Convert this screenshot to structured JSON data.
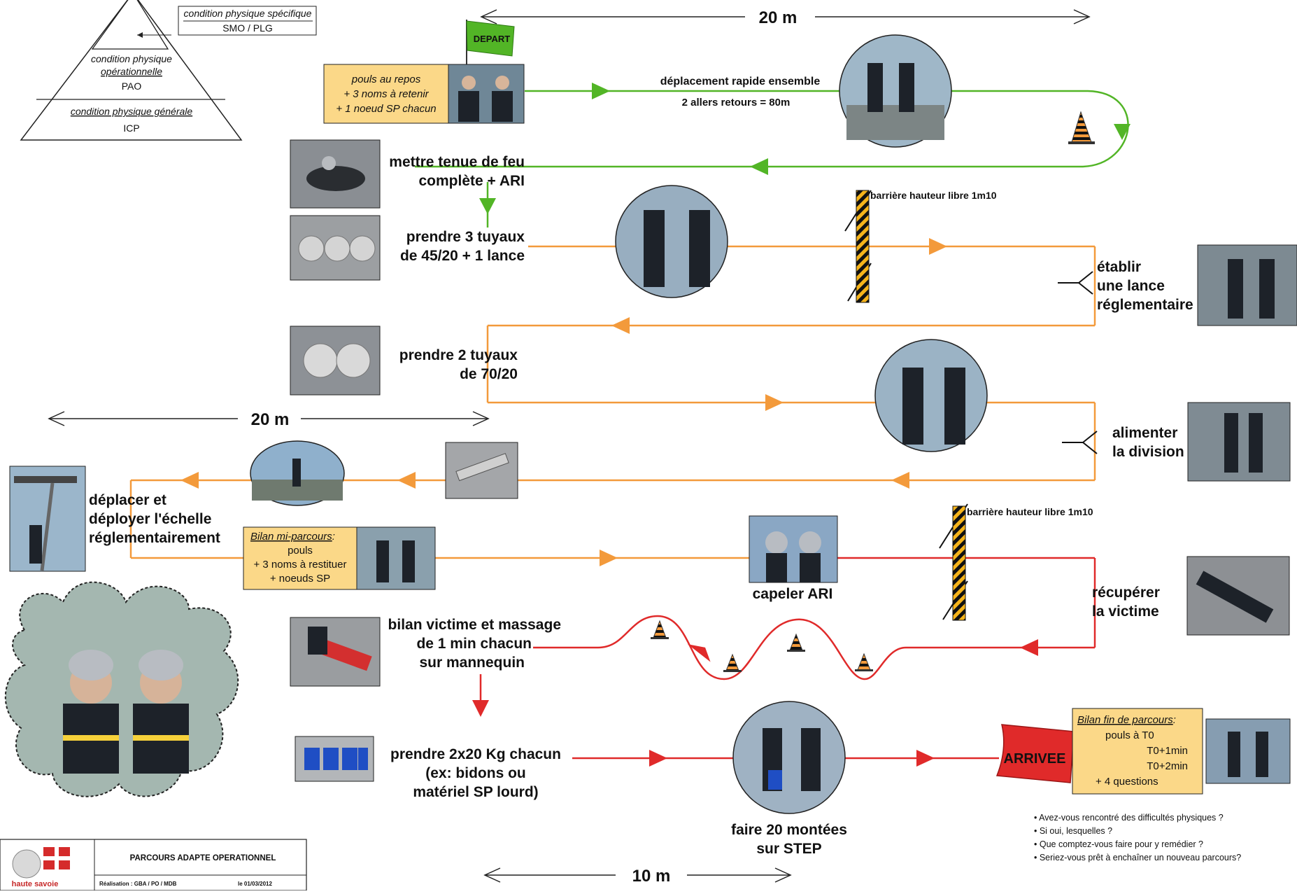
{
  "colors": {
    "green": "#52b526",
    "orange": "#f39a3b",
    "red": "#e02a2a",
    "note_bg": "#fbd888",
    "hazard": "#f6b41b"
  },
  "pyramid": {
    "top_title": "condition physique spécifique",
    "top_sub": "SMO / PLG",
    "mid_title_1": "condition physique",
    "mid_title_2": "opérationnelle",
    "mid_sub": "PAO",
    "bottom_title": "condition physique générale",
    "bottom_sub": "ICP"
  },
  "distances": {
    "top": "20 m",
    "middle": "20 m",
    "bottom": "10 m"
  },
  "start": {
    "flag": "DEPART",
    "note_lines": [
      "pouls au repos",
      "+ 3 noms à retenir",
      "+ 1 noeud SP chacun"
    ],
    "run_title": "déplacement rapide ensemble",
    "run_sub": "2 allers retours = 80m"
  },
  "steps": {
    "tenue": [
      "mettre tenue de feu",
      "complète + ARI"
    ],
    "tuyaux3": [
      "prendre 3 tuyaux",
      "de 45/20 + 1 lance"
    ],
    "barrier1": "barrière hauteur libre 1m10",
    "etablir": [
      "établir",
      "une lance",
      "réglementaire"
    ],
    "tuyaux2": [
      "prendre 2 tuyaux",
      "de 70/20"
    ],
    "alimenter": [
      "alimenter",
      "la division"
    ],
    "echelle": [
      "déplacer et",
      "déployer l'échelle",
      "réglementairement"
    ],
    "barrier2": "barrière hauteur libre 1m10",
    "capeler": "capeler ARI",
    "victime": [
      "récupérer",
      "la victime"
    ],
    "bilan_victime": [
      "bilan victime et massage",
      "de 1 min chacun",
      "sur mannequin"
    ],
    "poids": [
      "prendre 2x20 Kg chacun",
      "(ex: bidons ou",
      "matériel SP lourd)"
    ],
    "step": [
      "faire 20 montées",
      "sur STEP"
    ]
  },
  "mid_bilan": {
    "title": "Bilan mi-parcours",
    "colon": ":",
    "lines": [
      "pouls",
      "+ 3 noms à restituer",
      "+ noeuds SP"
    ]
  },
  "end": {
    "flag": "ARRIVEE",
    "title": "Bilan fin de parcours",
    "colon": ":",
    "lines": [
      "pouls à T0",
      "T0+1min",
      "T0+2min",
      "+ 4 questions"
    ]
  },
  "questions": [
    "• Avez-vous rencontré des difficultés physiques ?",
    "• Si oui, lesquelles ?",
    "• Que comptez-vous faire pour y remédier ?",
    "• Seriez-vous prêt à enchaîner un nouveau parcours?"
  ],
  "footer": {
    "title": "PARCOURS ADAPTE OPERATIONNEL",
    "realisation": "Réalisation : GBA / PO / MDB",
    "date": "le 01/03/2012",
    "logo_text": "haute savoie"
  }
}
